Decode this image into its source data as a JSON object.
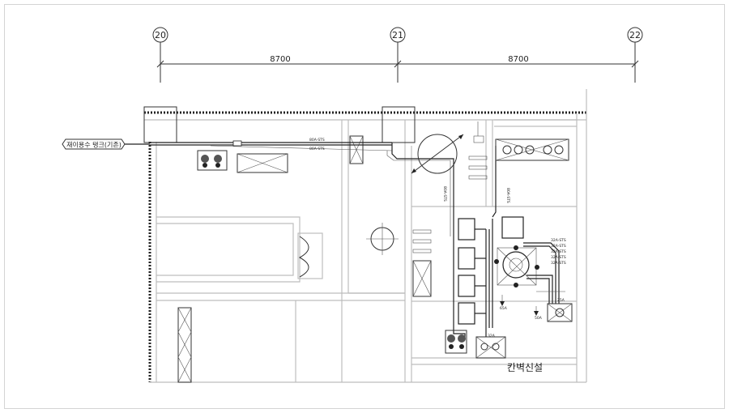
{
  "grid": {
    "labels": [
      "20",
      "21",
      "22"
    ],
    "spans": [
      "8700",
      "8700"
    ]
  },
  "tag": "재이용수 탱크(기존)",
  "pipe_labels": {
    "main_top": "80A-STS",
    "main_low": "80A-STS",
    "vertical_a": "80A-STS",
    "vertical_b": "80A-STS",
    "stack": [
      "32A-STS",
      "32A-STS",
      "32A-STS",
      "32A-STS",
      "32A-STS"
    ],
    "size_a": "65A",
    "size_b": "50A",
    "size_c": "32A",
    "size_d": "25A"
  },
  "wall_note": "칸벽신설"
}
